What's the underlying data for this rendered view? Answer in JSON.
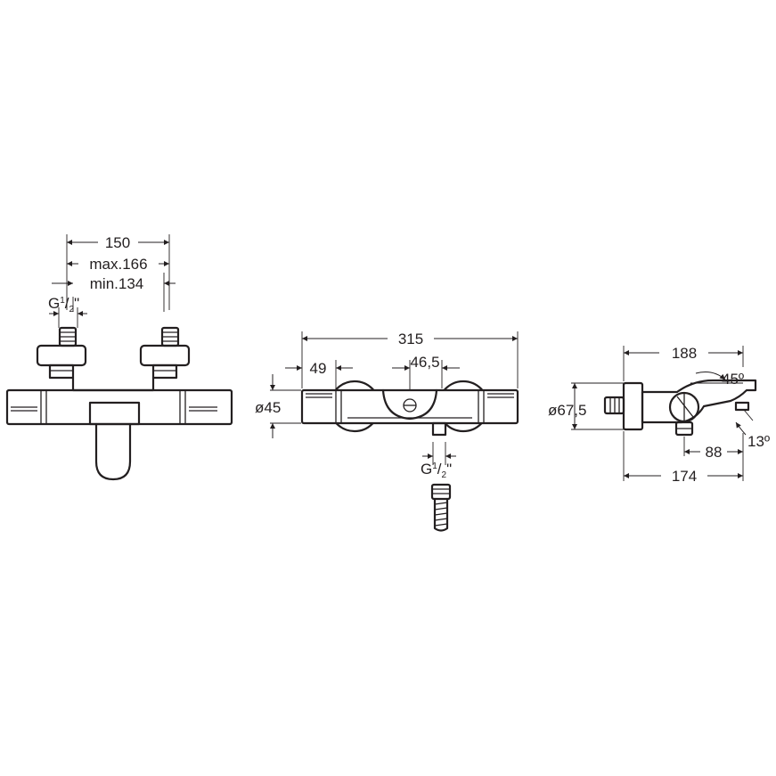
{
  "front_view": {
    "dim_width": "150",
    "dim_max": "max.166",
    "dim_min": "min.134",
    "thread": {
      "base": "G",
      "num": "1",
      "sep": "/",
      "den": "2",
      "suffix": "\""
    }
  },
  "top_view": {
    "dim_length": "315",
    "dim_handle": "49",
    "dim_center": "46,5",
    "dim_diameter": "ø45",
    "thread": {
      "base": "G",
      "num": "1",
      "sep": "/",
      "den": "2",
      "suffix": "\""
    }
  },
  "side_view": {
    "dim_depth": "188",
    "dim_angle_upper": "45º",
    "dim_diameter": "ø67,5",
    "dim_spout": "88",
    "dim_angle_lower": "13º",
    "dim_body": "174"
  }
}
